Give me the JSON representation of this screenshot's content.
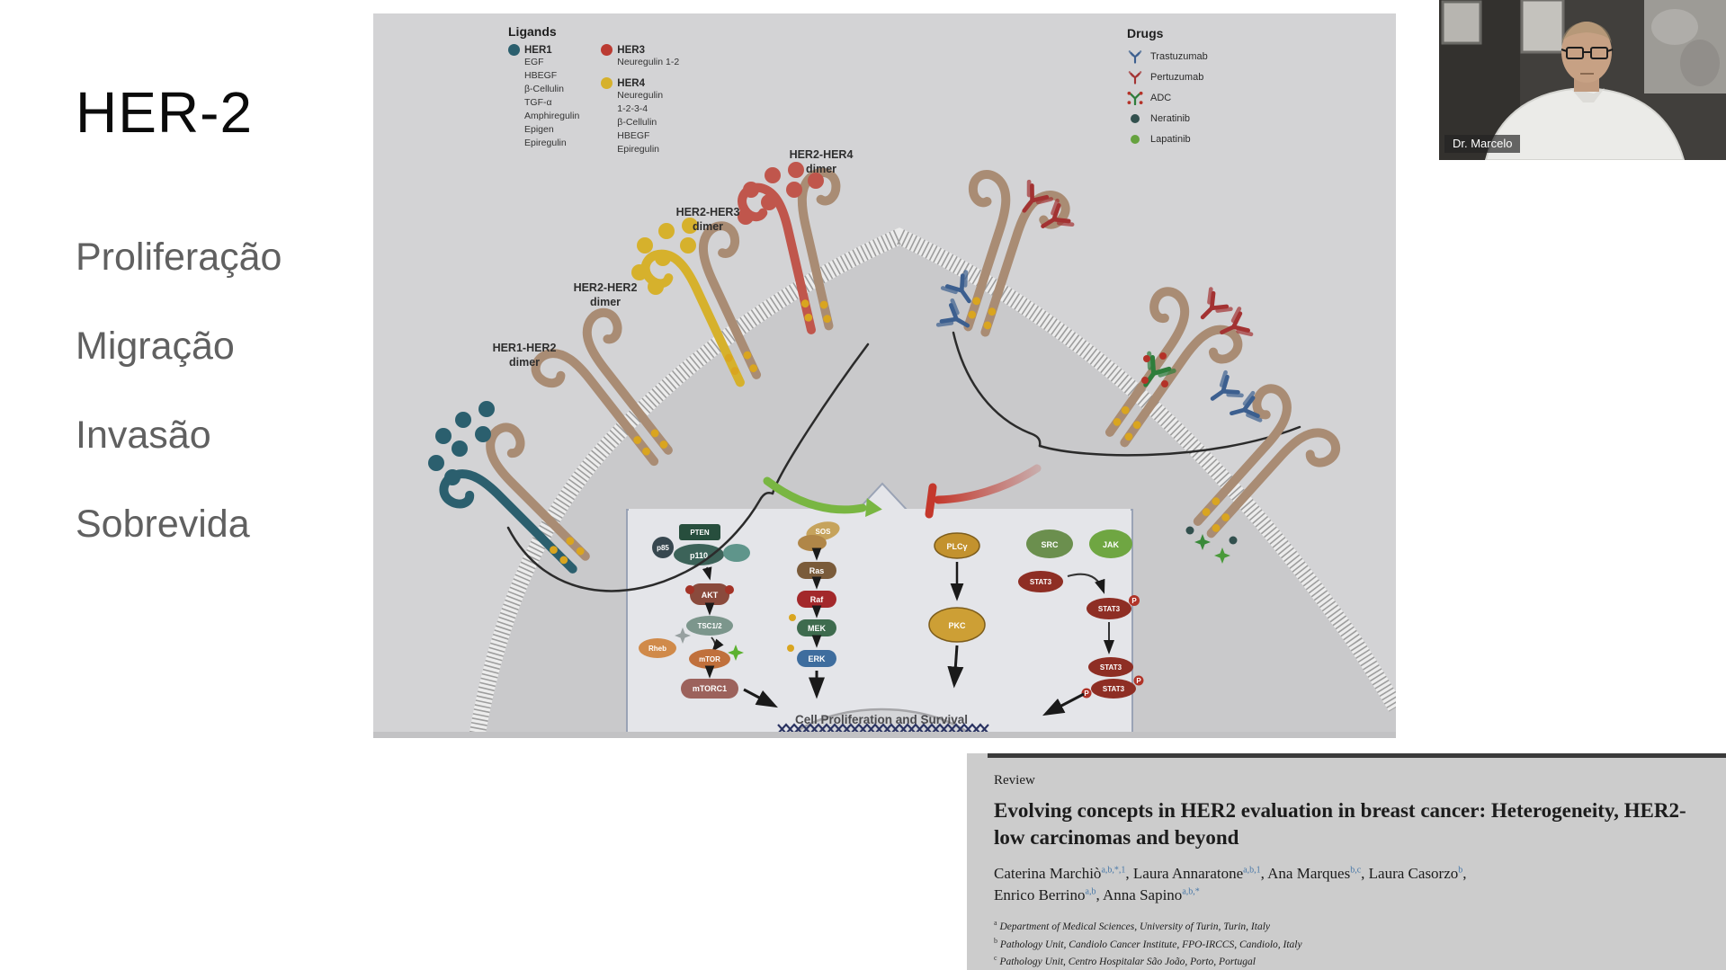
{
  "slide": {
    "title": "HER-2",
    "bullets": [
      "Proliferação",
      "Migração",
      "Invasão",
      "Sobrevida"
    ]
  },
  "webcam": {
    "label": "Dr. Marcelo"
  },
  "diagram": {
    "ligands": {
      "heading": "Ligands",
      "her1": {
        "name": "HER1",
        "items": [
          "EGF",
          "HBEGF",
          "β-Cellulin",
          "TGF-α",
          "Amphiregulin",
          "Epigen",
          "Epiregulin"
        ]
      },
      "her3": {
        "name": "HER3",
        "items": [
          "Neuregulin 1-2"
        ]
      },
      "her4": {
        "name": "HER4",
        "items": [
          "Neuregulin",
          "1-2-3-4",
          "β-Cellulin",
          "HBEGF",
          "Epiregulin"
        ]
      }
    },
    "drugs": {
      "heading": "Drugs",
      "items": [
        "Trastuzumab",
        "Pertuzumab",
        "ADC",
        "Neratinib",
        "Lapatinib"
      ]
    },
    "dimers": [
      {
        "name": "HER1-HER2",
        "sub": "dimer"
      },
      {
        "name": "HER2-HER2",
        "sub": "dimer"
      },
      {
        "name": "HER2-HER3",
        "sub": "dimer"
      },
      {
        "name": "HER2-HER4",
        "sub": "dimer"
      }
    ],
    "pathway": {
      "p85": "p85",
      "pten": "PTEN",
      "p110": "p110",
      "akt": "AKT",
      "tsc": "TSC1/2",
      "rheb": "Rheb",
      "mtor": "mTOR",
      "mtorc1": "mTORC1",
      "sos": "SOS",
      "ras": "Ras",
      "raf": "Raf",
      "mek": "MEK",
      "erk": "ERK",
      "plc": "PLCγ",
      "pkc": "PKC",
      "src": "SRC",
      "jak": "JAK",
      "stat3": "STAT3",
      "p": "P",
      "nucleus": "Cell Proliferation and Survival"
    }
  },
  "paper": {
    "tag": "Review",
    "title": "Evolving concepts in HER2 evaluation in breast cancer: Heterogeneity, HER2-low carcinomas and beyond",
    "authors": [
      {
        "name": "Caterina Marchiò",
        "sup": "a,b,*,1",
        "tail": ", "
      },
      {
        "name": "Laura Annaratone",
        "sup": "a,b,1",
        "tail": ", "
      },
      {
        "name": "Ana Marques",
        "sup": "b,c",
        "tail": ", "
      },
      {
        "name": "Laura Casorzo",
        "sup": "b",
        "tail": ","
      },
      {
        "name": "Enrico Berrino",
        "sup": "a,b",
        "tail": ", "
      },
      {
        "name": "Anna Sapino",
        "sup": "a,b,*",
        "tail": ""
      }
    ],
    "affiliations": [
      {
        "marker": "a",
        "text": "Department of Medical Sciences, University of Turin, Turin, Italy"
      },
      {
        "marker": "b",
        "text": "Pathology Unit, Candiolo Cancer Institute, FPO-IRCCS, Candiolo, Italy"
      },
      {
        "marker": "c",
        "text": "Pathology Unit, Centro Hospitalar São João, Porto, Portugal"
      }
    ]
  }
}
